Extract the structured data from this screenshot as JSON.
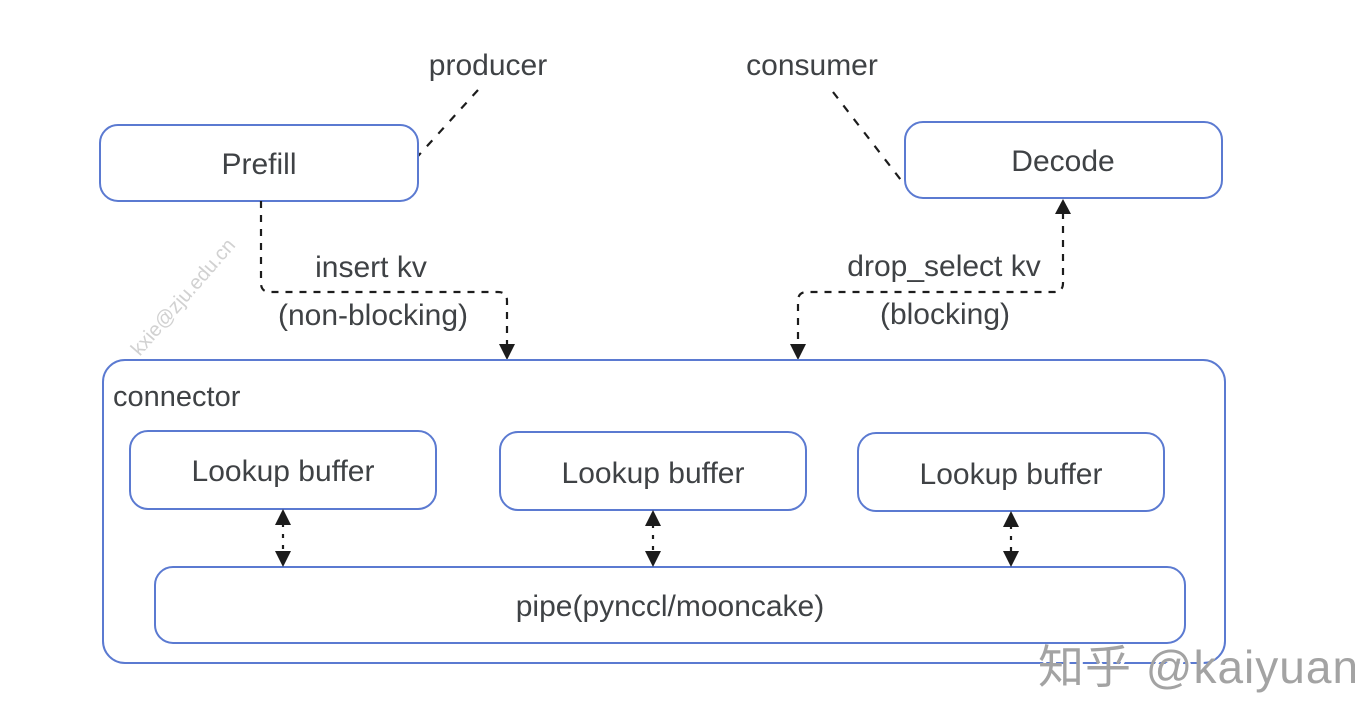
{
  "title": "prefill-decode kv connector diagram",
  "nodes": {
    "prefill": "Prefill",
    "decode": "Decode",
    "connector": "connector",
    "lookup_buffer_1": "Lookup buffer",
    "lookup_buffer_2": "Lookup buffer",
    "lookup_buffer_3": "Lookup buffer",
    "pipe": "pipe(pynccl/mooncake)"
  },
  "labels": {
    "producer": "producer",
    "consumer": "consumer",
    "insert_kv_line1": "insert kv",
    "insert_kv_line2": "(non-blocking)",
    "drop_select_line1": "drop_select kv",
    "drop_select_line2": "(blocking)"
  },
  "watermarks": {
    "email": "kxie@zju.edu.cn",
    "zhihu": "知乎 @kaiyuan"
  },
  "colors": {
    "box_border": "#5b7ad1",
    "text": "#3f4245",
    "line": "#1c1c1c",
    "watermark_light": "#c9c9c9",
    "watermark_gray": "#a3a3a3",
    "watermark_shadow": "#ffffff"
  }
}
